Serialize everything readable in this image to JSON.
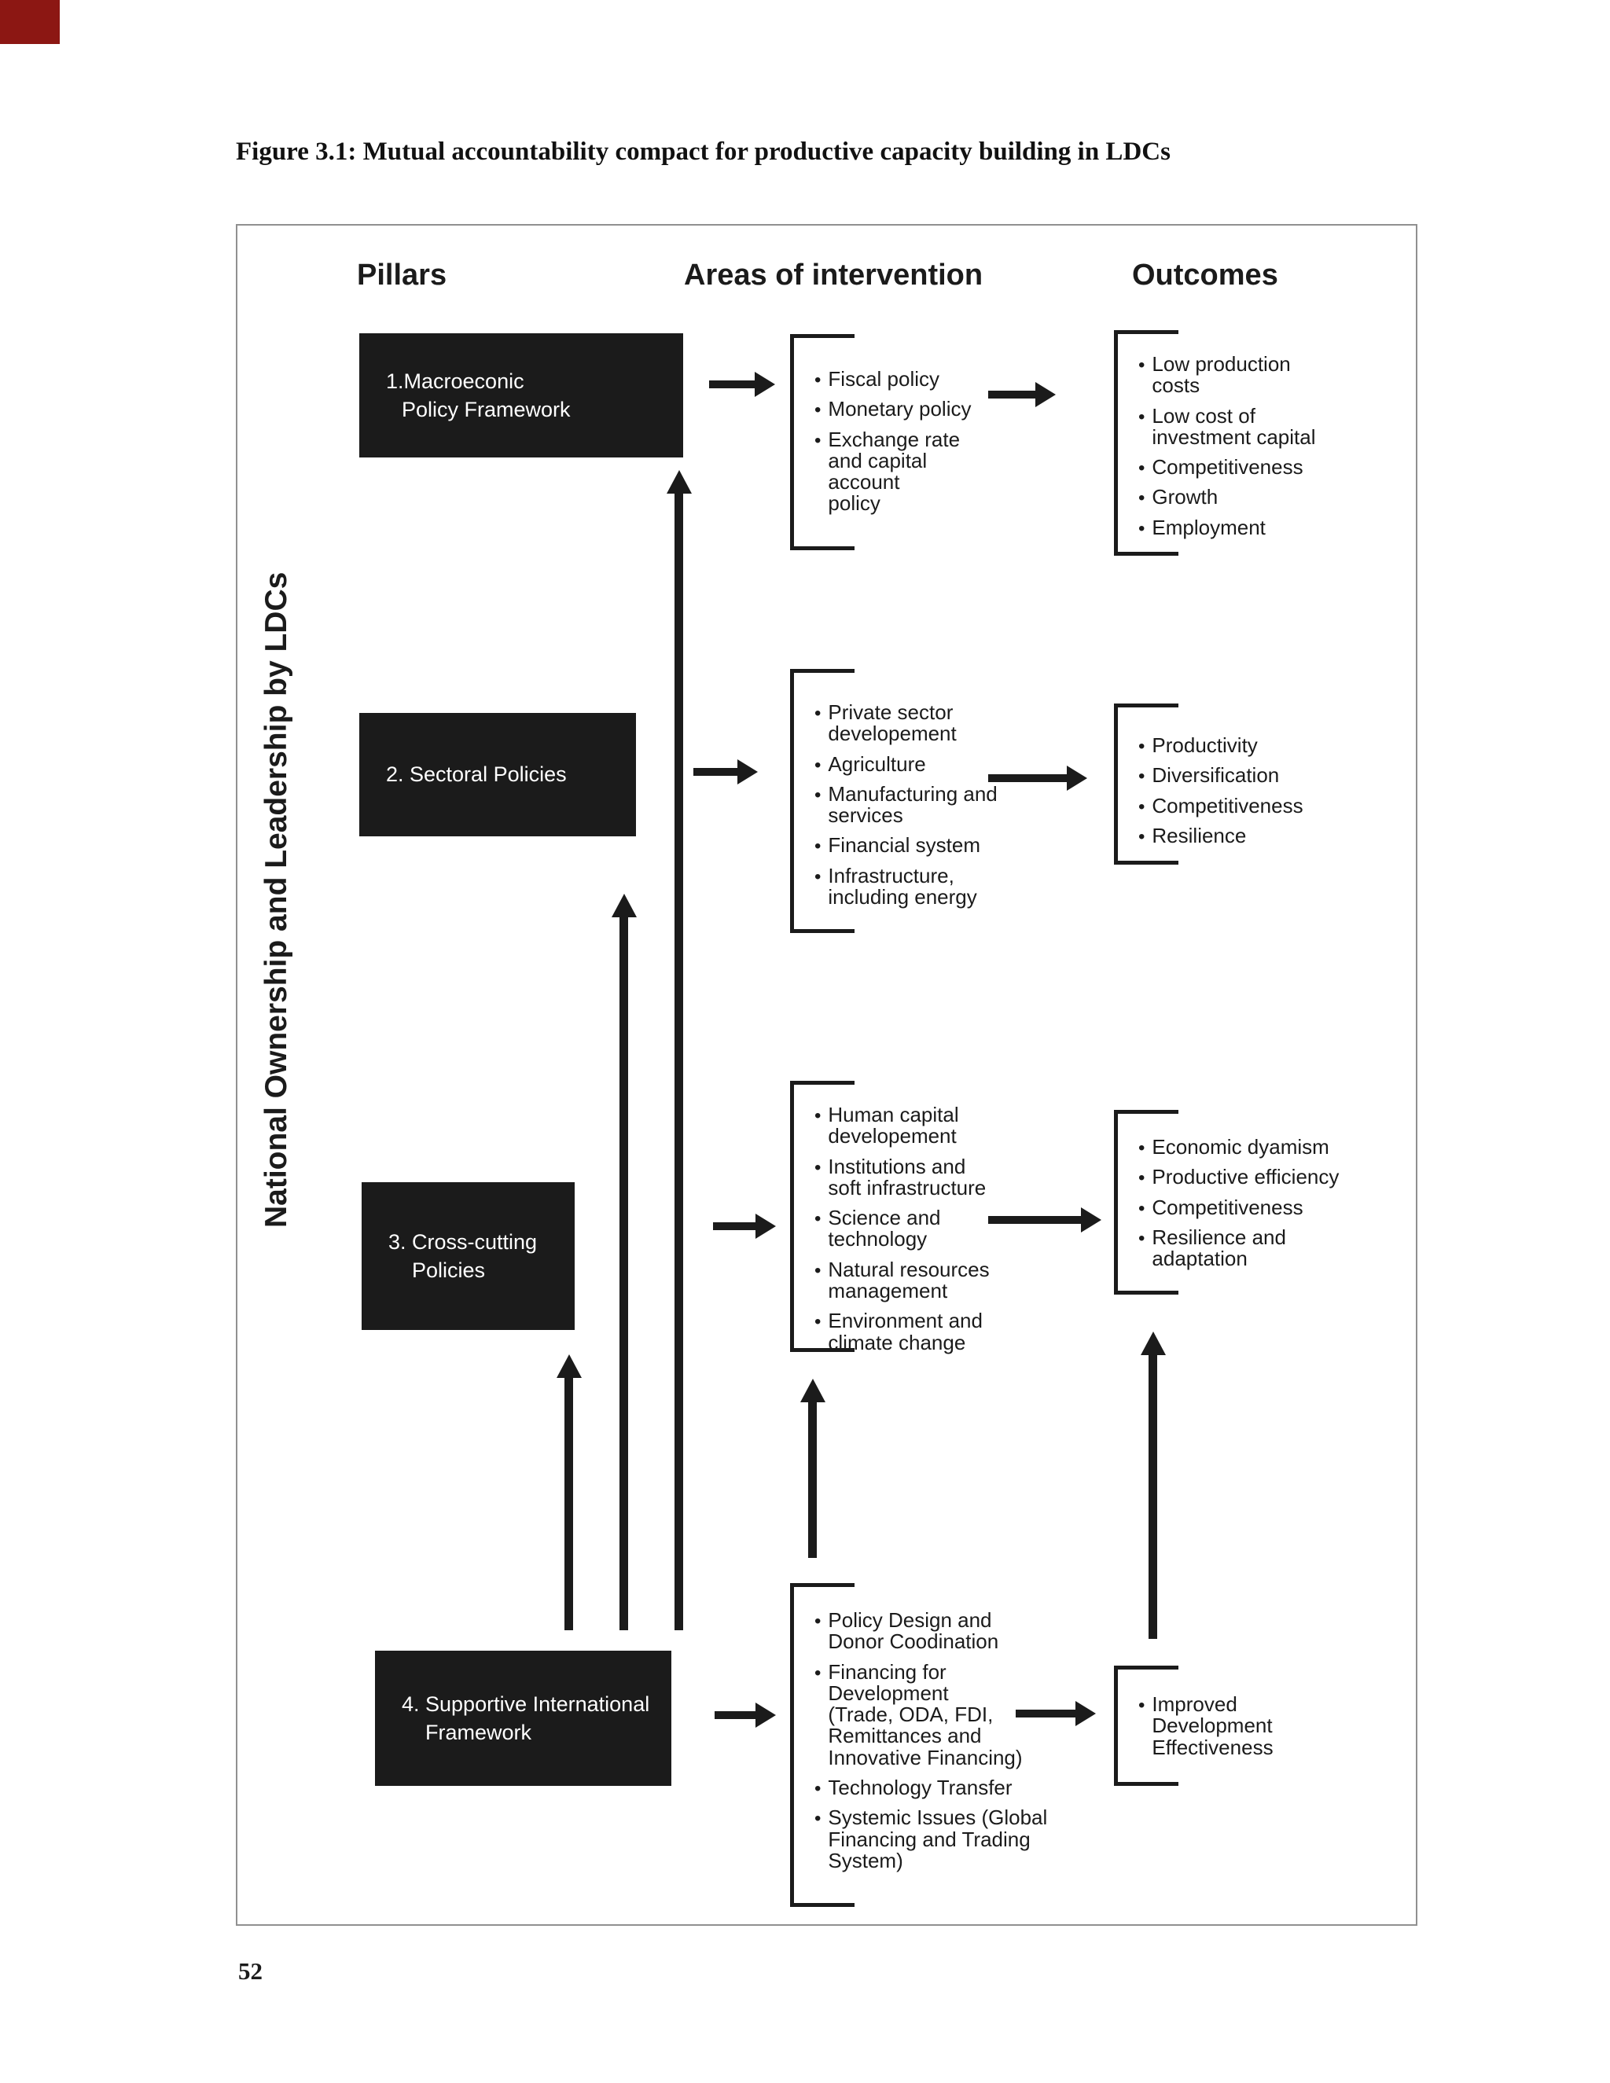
{
  "title": "Figure 3.1: Mutual accountability compact for productive capacity building in LDCs",
  "page_number": "52",
  "side_label": "National Ownership and Leadership by LDCs",
  "headers": {
    "pillars": "Pillars",
    "areas": "Areas of intervention",
    "outcomes": "Outcomes"
  },
  "pillars": [
    {
      "line1": "1.Macroeconic",
      "line2": "Policy Framework"
    },
    {
      "line1": "2. Sectoral Policies",
      "line2": ""
    },
    {
      "line1": "3. Cross-cutting",
      "line2": "Policies"
    },
    {
      "line1": "4. Supportive International",
      "line2": "Framework"
    }
  ],
  "areas": [
    {
      "items": [
        "Fiscal policy",
        "Monetary policy",
        "Exchange rate\nand capital\naccount\npolicy"
      ]
    },
    {
      "items": [
        "Private sector\ndevelopement",
        "Agriculture",
        "Manufacturing and\nservices",
        "Financial system",
        "Infrastructure,\nincluding energy"
      ]
    },
    {
      "items": [
        "Human capital\ndevelopement",
        "Institutions and\nsoft infrastructure",
        "Science and\ntechnology",
        "Natural resources\nmanagement",
        "Environment and\nclimate change"
      ]
    },
    {
      "items": [
        "Policy Design and\nDonor Coodination",
        "Financing for\nDevelopment\n(Trade, ODA, FDI,\nRemittances and\nInnovative Financing)",
        "Technology Transfer",
        "Systemic Issues (Global\nFinancing and Trading\nSystem)"
      ]
    }
  ],
  "outcomes": [
    {
      "items": [
        "Low production\ncosts",
        "Low cost of\ninvestment capital",
        "Competitiveness",
        "Growth",
        "Employment"
      ]
    },
    {
      "items": [
        "Productivity",
        "Diversification",
        "Competitiveness",
        "Resilience"
      ]
    },
    {
      "items": [
        "Economic dyamism",
        "Productive efficiency",
        "Competitiveness",
        "Resilience and\nadaptation"
      ]
    },
    {
      "items": [
        "Improved\nDevelopment\nEffectiveness"
      ]
    }
  ],
  "icons": {
    "bullet": "•",
    "arrow_right": "→",
    "arrow_up": "↑"
  },
  "colors": {
    "box_bg": "#1b1b1b",
    "box_text": "#ffffff",
    "ink": "#1b1b1b",
    "figure_border": "#909090",
    "corner_tab": "#8c1713"
  }
}
